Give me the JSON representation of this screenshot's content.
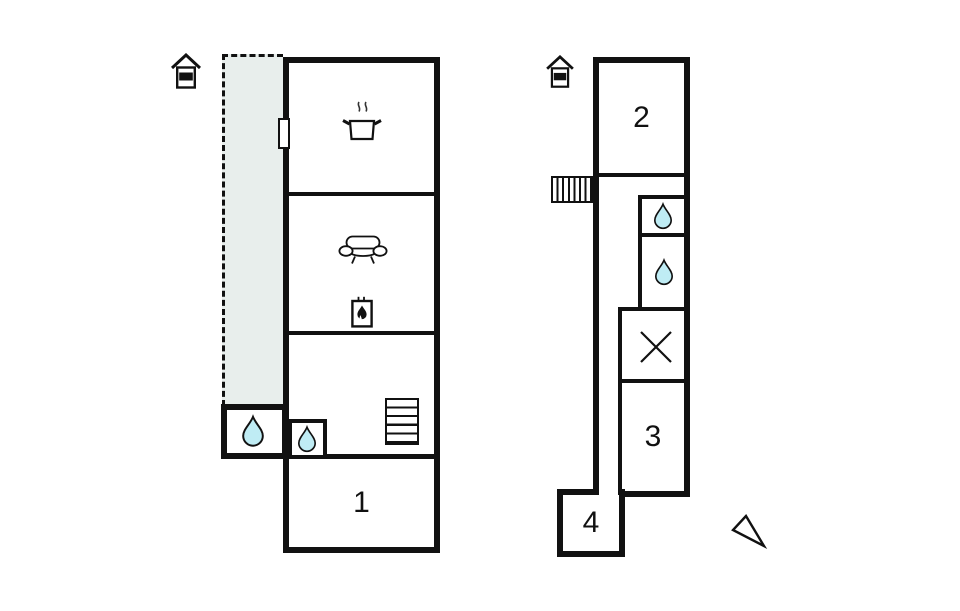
{
  "colors": {
    "wall": "#111111",
    "terrace_fill": "#e8eeec",
    "water_drop_fill": "#bfecf4",
    "background": "#ffffff"
  },
  "left_plan": {
    "name": "ground-floor",
    "rooms": [
      {
        "label": "1"
      }
    ],
    "terrace": {
      "style": "dashed-outline-shaded"
    },
    "icons": [
      "entrance-house-icon",
      "window",
      "cooking-pot-icon",
      "sofa-icon",
      "fireplace-icon",
      "stairs-icon",
      "water-drop-icon",
      "water-drop-icon"
    ]
  },
  "right_plan": {
    "name": "upper-floor",
    "rooms": [
      {
        "label": "2"
      },
      {
        "label": "3"
      },
      {
        "label": "4"
      }
    ],
    "icons": [
      "entrance-house-icon",
      "stairs-icon",
      "water-drop-icon",
      "water-drop-icon",
      "cross-mark-icon"
    ]
  },
  "compass": {
    "icon": "north-arrow-icon"
  }
}
